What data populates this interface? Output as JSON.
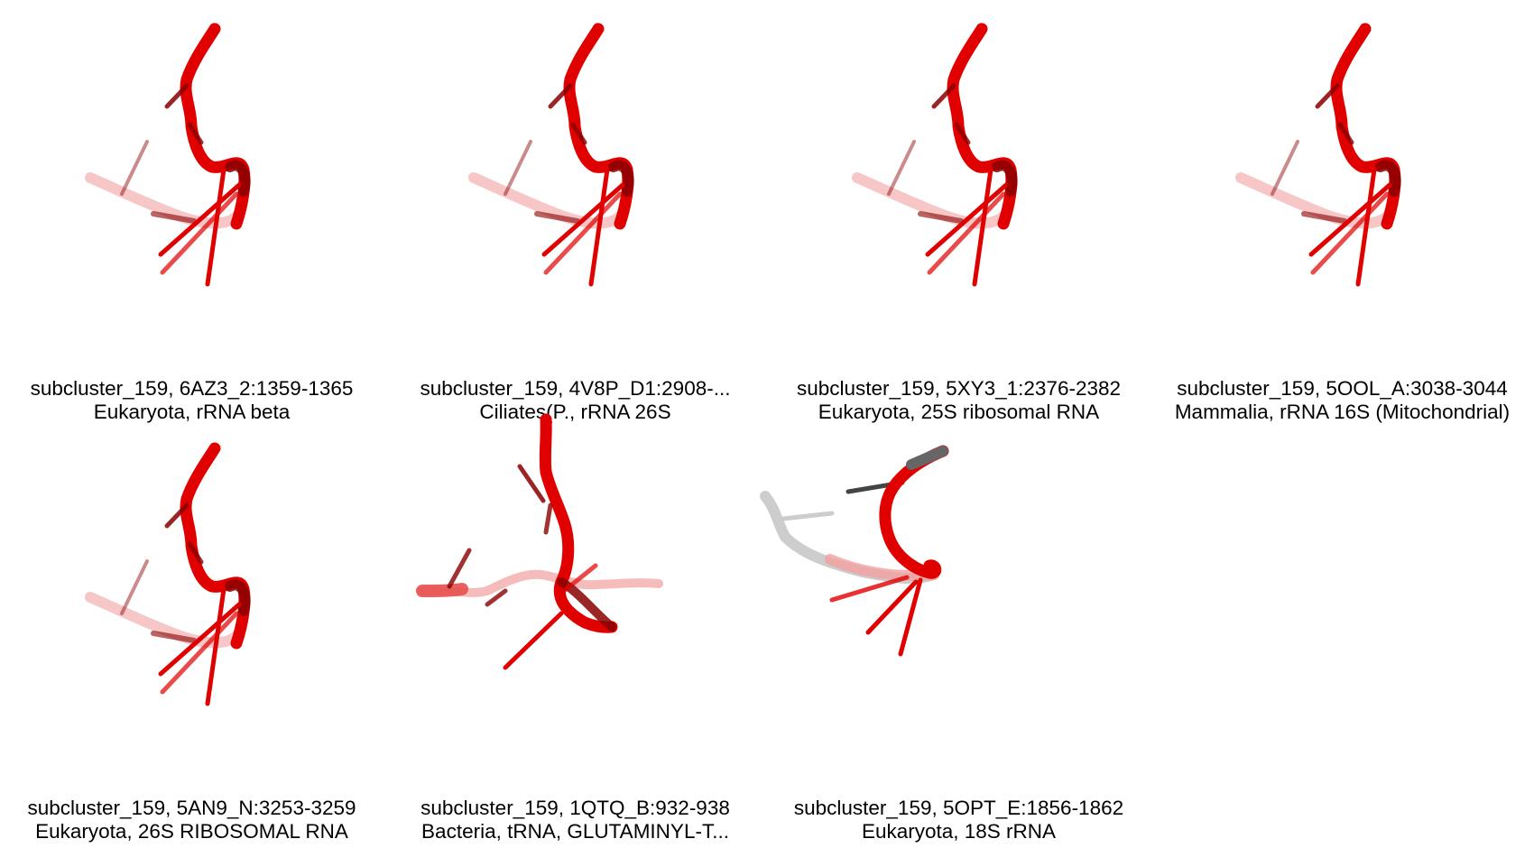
{
  "panels": [
    {
      "line1": "subcluster_159, 6AZ3_2:1359-1365",
      "line2": "Eukaryota, rRNA beta",
      "structure": "a"
    },
    {
      "line1": "subcluster_159, 4V8P_D1:2908-...",
      "line2": "Ciliates(P., rRNA 26S",
      "structure": "a"
    },
    {
      "line1": "subcluster_159, 5XY3_1:2376-2382",
      "line2": "Eukaryota, 25S ribosomal RNA",
      "structure": "a"
    },
    {
      "line1": "subcluster_159, 5OOL_A:3038-3044",
      "line2": "Mammalia, rRNA 16S (Mitochondrial)",
      "structure": "a"
    },
    {
      "line1": "subcluster_159, 5AN9_N:3253-3259",
      "line2": "Eukaryota, 26S RIBOSOMAL RNA",
      "structure": "a"
    },
    {
      "line1": "subcluster_159, 1QTQ_B:932-938",
      "line2": "Bacteria, tRNA, GLUTAMINYL-T...",
      "structure": "b"
    },
    {
      "line1": "subcluster_159, 5OPT_E:1856-1862",
      "line2": "Eukaryota, 18S rRNA",
      "structure": "c"
    }
  ],
  "colors": {
    "backbone": "#e00000",
    "backbone_dark": "#8a0000",
    "faded": "#f2a0a0",
    "grey": "#c8c8c8",
    "dark_grey": "#444444"
  }
}
